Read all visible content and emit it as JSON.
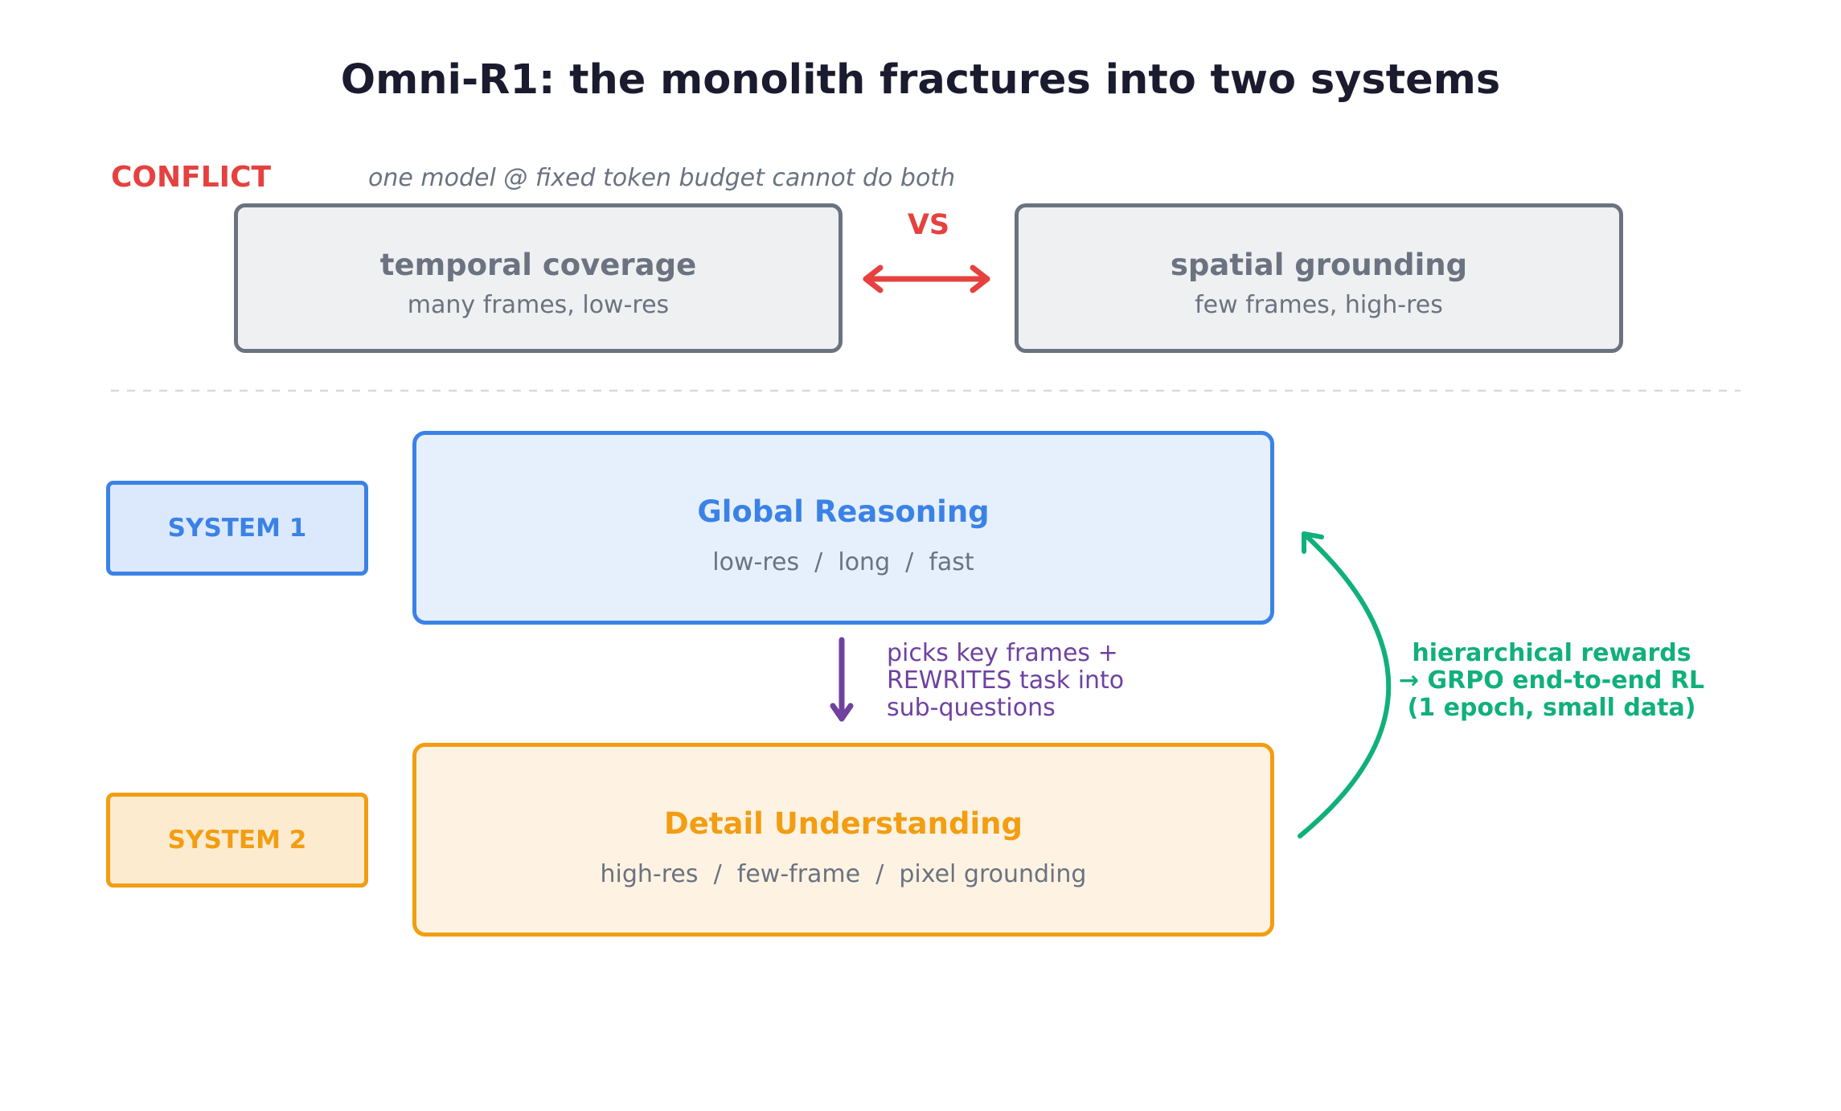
{
  "title": "Omni-R1: the monolith fractures into two systems",
  "conflict": {
    "label": "CONFLICT",
    "note": "one model @ fixed token budget cannot do both",
    "vs": "VS",
    "left": {
      "title": "temporal coverage",
      "subtitle": "many frames, low-res"
    },
    "right": {
      "title": "spatial grounding",
      "subtitle": "few frames, high-res"
    }
  },
  "system1": {
    "tag": "SYSTEM 1",
    "title": "Global Reasoning",
    "subtitle": "low-res  /  long  /  fast"
  },
  "system2": {
    "tag": "SYSTEM 2",
    "title": "Detail Understanding",
    "subtitle": "high-res  /  few-frame  /  pixel grounding"
  },
  "handoff": {
    "lines": [
      "picks key frames  +",
      "REWRITES task into",
      "sub-questions"
    ]
  },
  "feedback": {
    "lines": [
      "hierarchical rewards",
      "→  GRPO end-to-end RL",
      "(1 epoch, small data)"
    ]
  },
  "colors": {
    "conflict": "#e5423f",
    "neutral": "#6b7280",
    "system1": "#3b82e6",
    "system2": "#f29d12",
    "handoff": "#6f42a0",
    "feedback": "#11b07b"
  }
}
